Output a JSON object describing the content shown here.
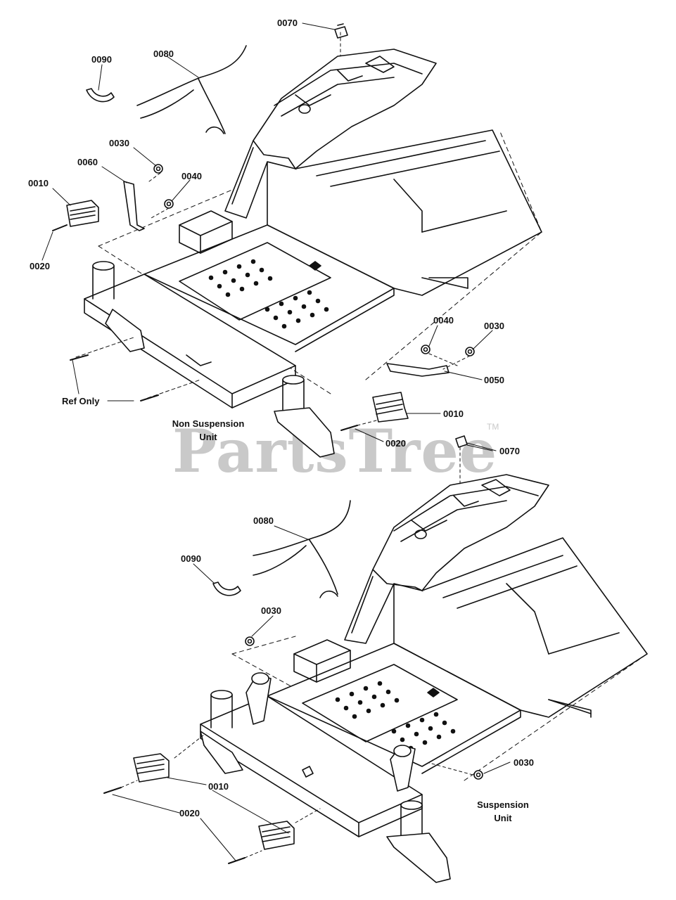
{
  "watermark": {
    "text": "PartsTree",
    "trademark": "TM"
  },
  "top_diagram": {
    "caption": [
      "Non Suspension",
      "Unit"
    ],
    "labels": {
      "p0070": "0070",
      "p0090": "0090",
      "p0080": "0080",
      "p0030a": "0030",
      "p0060": "0060",
      "p0040a": "0040",
      "p0010a": "0010",
      "p0020a": "0020",
      "p0040b": "0040",
      "p0030b": "0030",
      "p0050": "0050",
      "p0010b": "0010",
      "p0020b": "0020",
      "ref_only": "Ref Only"
    }
  },
  "bottom_diagram": {
    "caption": [
      "Suspension",
      "Unit"
    ],
    "labels": {
      "p0070": "0070",
      "p0080": "0080",
      "p0090": "0090",
      "p0030a": "0030",
      "p0030b": "0030",
      "p0010": "0010",
      "p0020": "0020"
    }
  }
}
